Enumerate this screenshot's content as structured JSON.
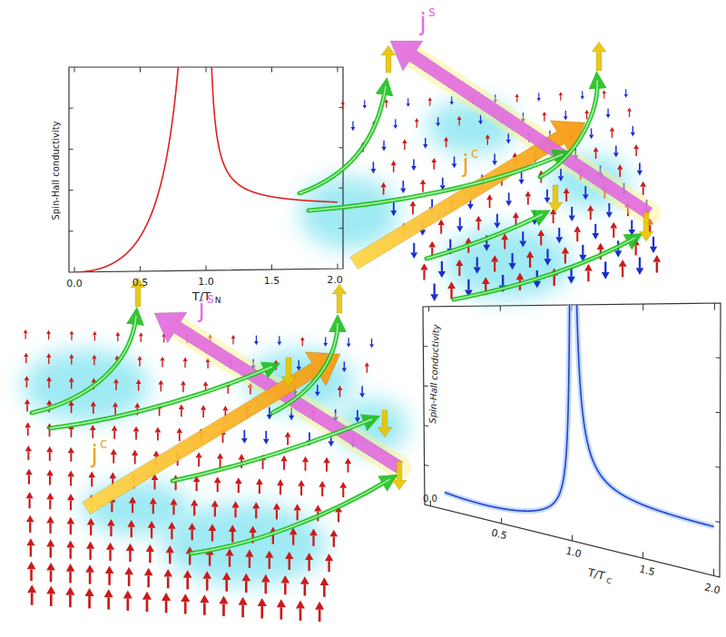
{
  "diagram": {
    "labels": [
      "Spin-Hall conductivity",
      "0.0",
      "0.5",
      "1.0",
      "1.5",
      "2.0",
      "T/T",
      "N",
      "j",
      "s",
      "j",
      "c",
      "j",
      "s",
      "j",
      "c",
      "Spin-Hall conductivity",
      "0.0",
      "0.5",
      "1.0",
      "1.5",
      "2.0",
      "T/T",
      "C"
    ]
  }
}
